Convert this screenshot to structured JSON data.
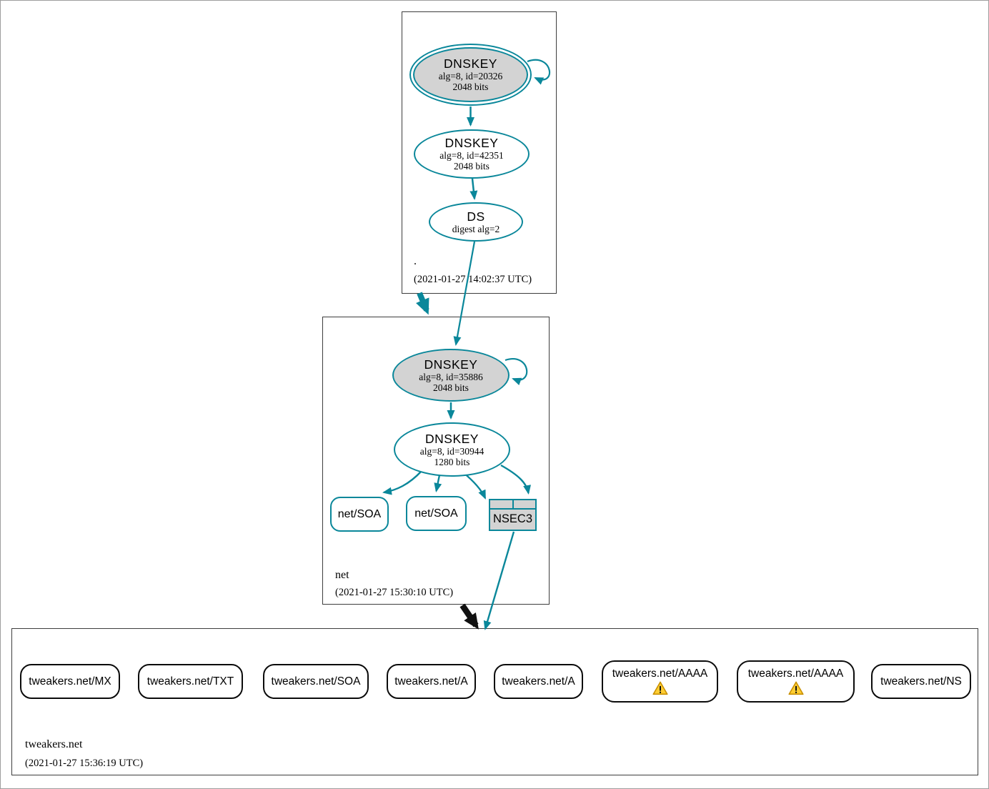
{
  "colors": {
    "secure_teal": "#0a879a",
    "insecure_black": "#111111",
    "ksk_fill_gray": "#d3d3d3",
    "warning_yellow": "#ffcd32"
  },
  "zones": {
    "root": {
      "label": ".",
      "timestamp": "(2021-01-27 14:02:37 UTC)",
      "ksk": {
        "title": "DNSKEY",
        "detail1": "alg=8, id=20326",
        "detail2": "2048 bits"
      },
      "zsk": {
        "title": "DNSKEY",
        "detail1": "alg=8, id=42351",
        "detail2": "2048 bits"
      },
      "ds": {
        "title": "DS",
        "detail1": "digest alg=2"
      }
    },
    "net": {
      "label": "net",
      "timestamp": "(2021-01-27 15:30:10 UTC)",
      "ksk": {
        "title": "DNSKEY",
        "detail1": "alg=8, id=35886",
        "detail2": "2048 bits"
      },
      "zsk": {
        "title": "DNSKEY",
        "detail1": "alg=8, id=30944",
        "detail2": "1280 bits"
      },
      "soa1": {
        "label": "net/SOA"
      },
      "soa2": {
        "label": "net/SOA"
      },
      "nsec3": {
        "label": "NSEC3"
      }
    },
    "tweakers_net": {
      "label": "tweakers.net",
      "timestamp": "(2021-01-27 15:36:19 UTC)",
      "rrsets": [
        {
          "label": "tweakers.net/MX",
          "warning": false
        },
        {
          "label": "tweakers.net/TXT",
          "warning": false
        },
        {
          "label": "tweakers.net/SOA",
          "warning": false
        },
        {
          "label": "tweakers.net/A",
          "warning": false
        },
        {
          "label": "tweakers.net/A",
          "warning": false
        },
        {
          "label": "tweakers.net/AAAA",
          "warning": true
        },
        {
          "label": "tweakers.net/AAAA",
          "warning": true
        },
        {
          "label": "tweakers.net/NS",
          "warning": false
        }
      ]
    }
  }
}
